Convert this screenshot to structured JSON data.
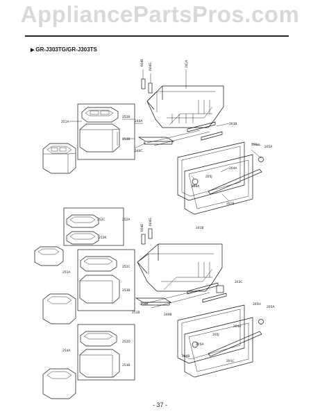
{
  "watermark": "AppliancePartsPros.com",
  "model_title": "GR-J303TG/GR-J303TS",
  "page_number": "- 37 -",
  "labels": {
    "top": [
      "604E",
      "604G",
      "241A",
      "251A",
      "252B",
      "253B",
      "240A",
      "240C",
      "203B",
      "205A",
      "205H",
      "204A",
      "205J",
      "203A",
      "201B"
    ],
    "bottom": [
      "252C",
      "252A",
      "252K",
      "604E",
      "604G",
      "241B",
      "251A",
      "252C",
      "253B",
      "203C",
      "205A",
      "205H",
      "205J",
      "204A",
      "205A",
      "201C",
      "251B",
      "240B",
      "250A",
      "204B",
      "253B",
      "254A",
      "252D"
    ]
  }
}
